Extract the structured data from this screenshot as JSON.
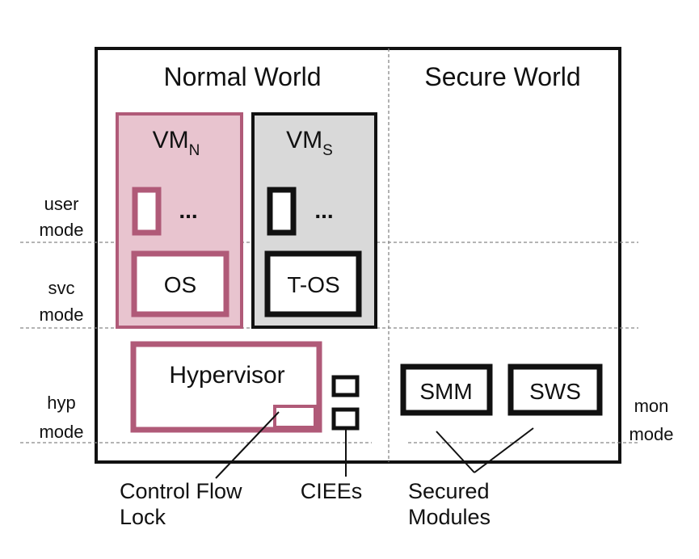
{
  "headers": {
    "normal_world": "Normal World",
    "secure_world": "Secure World"
  },
  "modes": {
    "user": [
      "user",
      "mode"
    ],
    "svc": [
      "svc",
      "mode"
    ],
    "hyp": [
      "hyp",
      "mode"
    ],
    "mon": [
      "mon",
      "mode"
    ]
  },
  "vm_normal": {
    "title": "VM",
    "subscript": "N",
    "ellipsis": "...",
    "os_label": "OS"
  },
  "vm_secure": {
    "title": "VM",
    "subscript": "S",
    "ellipsis": "...",
    "os_label": "T-OS"
  },
  "hypervisor": {
    "label": "Hypervisor"
  },
  "secure_modules": {
    "smm": "SMM",
    "sws": "SWS"
  },
  "callouts": {
    "control_flow_lock": [
      "Control Flow",
      "Lock"
    ],
    "ciees": "CIEEs",
    "secured_modules": [
      "Secured",
      "Modules"
    ]
  },
  "colors": {
    "accent": "#b05a78",
    "vm_normal_fill": "#e8c4cf",
    "vm_secure_fill": "#d9d9d9",
    "frame": "#111111",
    "dashed": "#888888"
  }
}
